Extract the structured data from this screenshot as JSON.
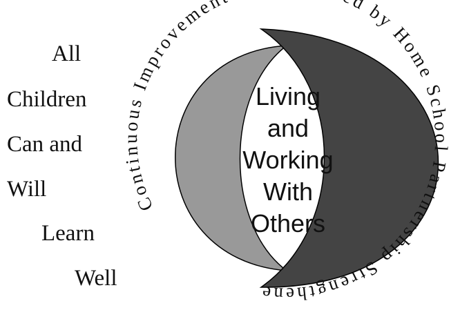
{
  "motto": {
    "line1": "All",
    "line2": "Children",
    "line3": "Can and",
    "line4": "Will",
    "line5": "Learn",
    "line6": "Well"
  },
  "ring_text": "Continuous Improvement Strengthened by Home School Partnership Strengthened by",
  "center": {
    "line1": "Living",
    "line2": "and",
    "line3": "Working",
    "line4": "With",
    "line5": "Others"
  },
  "colors": {
    "left_crescent": "#999999",
    "right_crescent": "#444444",
    "outline": "#000000"
  }
}
